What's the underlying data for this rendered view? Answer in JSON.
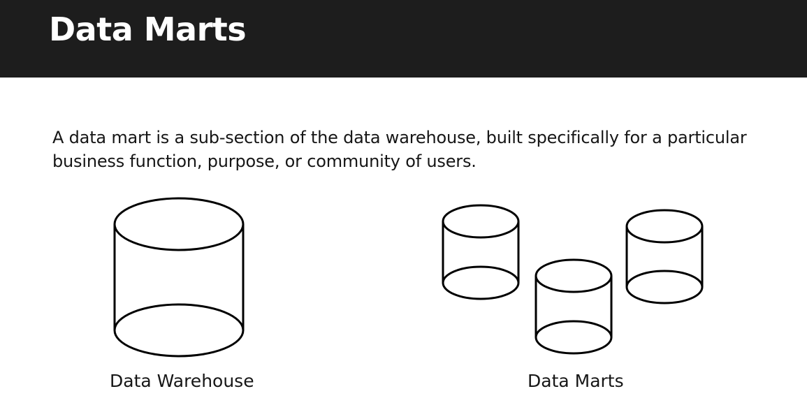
{
  "header": {
    "title": "Data Marts",
    "background_color": "#1d1d1d",
    "text_color": "#ffffff"
  },
  "main": {
    "description": "A data mart is a sub-section of the data warehouse, built specifically for a particular business function, purpose, or community of users."
  },
  "diagram": {
    "warehouse": {
      "icon": "database-cylinder-icon",
      "label": "Data Warehouse"
    },
    "marts": {
      "icon": "database-cylinder-icon",
      "count": 3,
      "label": "Data Marts"
    },
    "stroke_color": "#000000"
  }
}
